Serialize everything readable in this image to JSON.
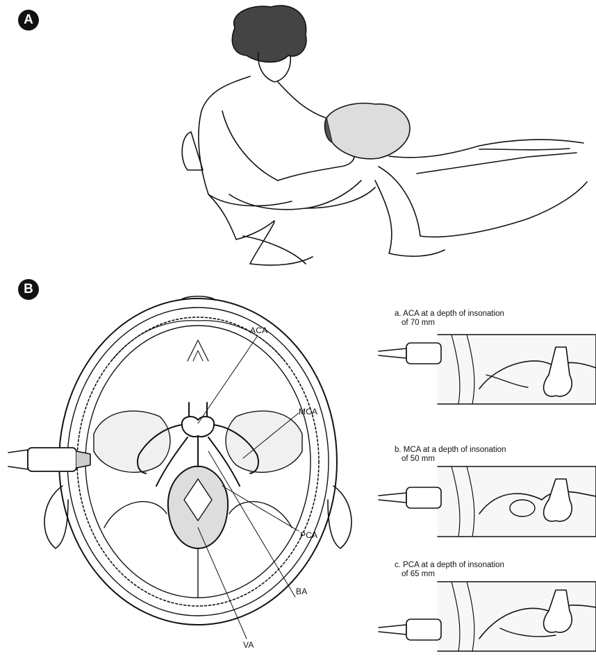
{
  "panels": {
    "a": {
      "badge": "A"
    },
    "b": {
      "badge": "B"
    }
  },
  "labels": {
    "aca": "ACA",
    "mca": "MCA",
    "pca": "PCA",
    "ba": "BA",
    "va": "VA"
  },
  "insets": [
    {
      "caption_line1": "a. ACA at a depth of insonation",
      "caption_line2": "of 70 mm"
    },
    {
      "caption_line1": "b. MCA at a depth of insonation",
      "caption_line2": "of 50 mm"
    },
    {
      "caption_line1": "c. PCA at a depth of insonation",
      "caption_line2": "of 65 mm"
    }
  ]
}
